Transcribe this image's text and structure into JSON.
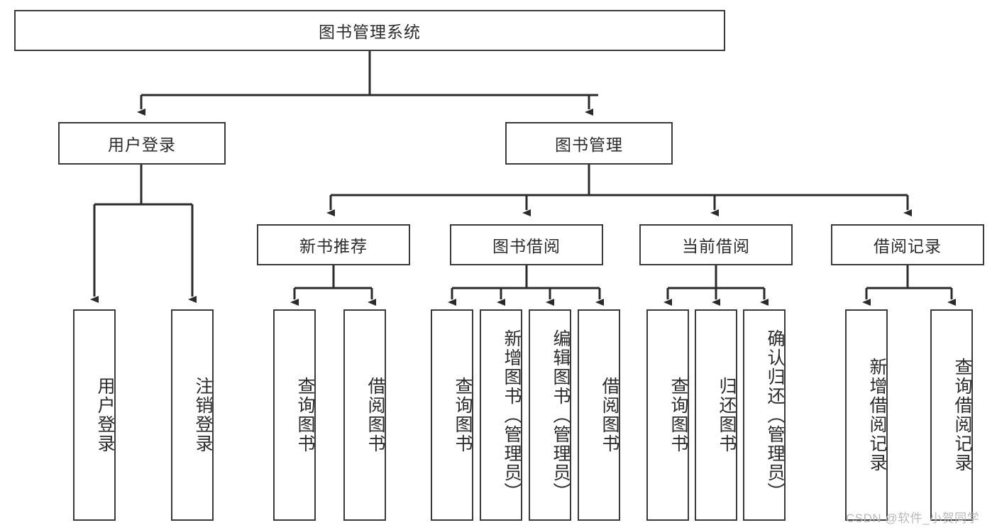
{
  "diagram": {
    "title": "图书管理系统",
    "type": "functional-structure-tree",
    "root": {
      "id": "root",
      "label": "图书管理系统"
    },
    "level2": [
      {
        "id": "user-login",
        "label": "用户登录"
      },
      {
        "id": "book-manage",
        "label": "图书管理"
      }
    ],
    "level3": [
      {
        "id": "new-book-recommend",
        "label": "新书推荐",
        "parent": "book-manage"
      },
      {
        "id": "book-borrow",
        "label": "图书借阅",
        "parent": "book-manage"
      },
      {
        "id": "current-borrow",
        "label": "当前借阅",
        "parent": "book-manage"
      },
      {
        "id": "borrow-record",
        "label": "借阅记录",
        "parent": "book-manage"
      }
    ],
    "leaves": [
      {
        "id": "leaf-user-login",
        "label": "用户登录",
        "parent": "user-login"
      },
      {
        "id": "leaf-logout-login",
        "label": "注销登录",
        "parent": "user-login"
      },
      {
        "id": "leaf-query-book-1",
        "label": "查询图书",
        "parent": "new-book-recommend"
      },
      {
        "id": "leaf-borrow-book-1",
        "label": "借阅图书",
        "parent": "new-book-recommend"
      },
      {
        "id": "leaf-query-book-2",
        "label": "查询图书",
        "parent": "book-borrow"
      },
      {
        "id": "leaf-add-book",
        "label": "新增图书（管理员）",
        "parent": "book-borrow"
      },
      {
        "id": "leaf-edit-book",
        "label": "编辑图书（管理员）",
        "parent": "book-borrow"
      },
      {
        "id": "leaf-borrow-book-2",
        "label": "借阅图书",
        "parent": "book-borrow"
      },
      {
        "id": "leaf-query-book-3",
        "label": "查询图书",
        "parent": "current-borrow"
      },
      {
        "id": "leaf-return-book",
        "label": "归还图书",
        "parent": "current-borrow"
      },
      {
        "id": "leaf-confirm-return",
        "label": "确认归还（管理员）",
        "parent": "current-borrow"
      },
      {
        "id": "leaf-add-record",
        "label": "新增借阅记录",
        "parent": "borrow-record"
      },
      {
        "id": "leaf-query-record",
        "label": "查询借阅记录",
        "parent": "borrow-record"
      }
    ],
    "colors": {
      "border": "#3a3a3a",
      "background": "#ffffff",
      "text": "#2b2b2b",
      "connector": "#2b2b2b",
      "watermark": "#b9b9b9"
    }
  },
  "watermark": {
    "text": "CSDN @软件_小贺同学"
  }
}
